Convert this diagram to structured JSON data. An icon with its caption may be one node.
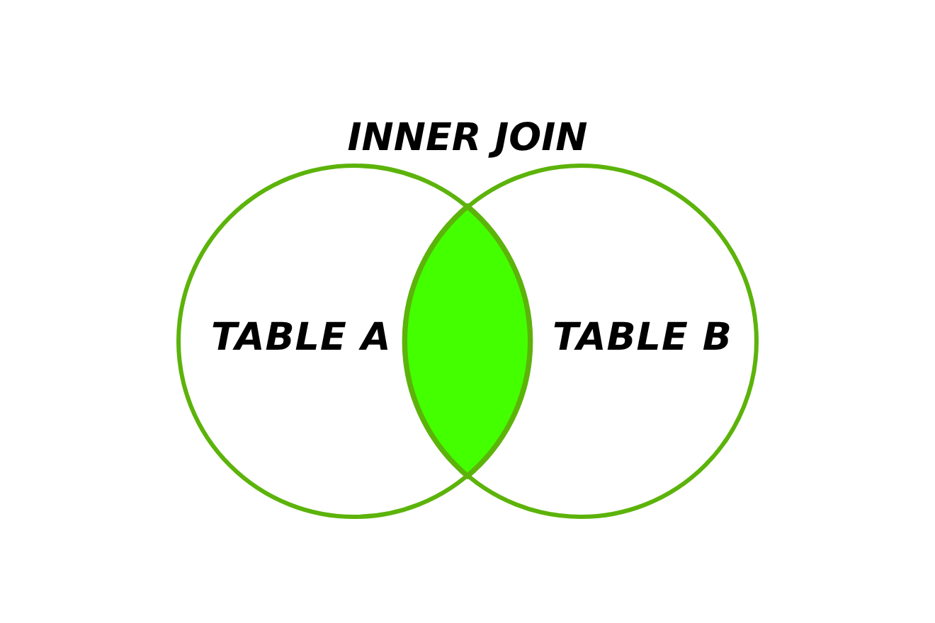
{
  "diagram": {
    "title": "INNER JOIN",
    "nodes": [
      {
        "text": [
          "TABLE A"
        ]
      },
      {
        "text": [
          "TABLE B"
        ]
      }
    ]
  }
}
